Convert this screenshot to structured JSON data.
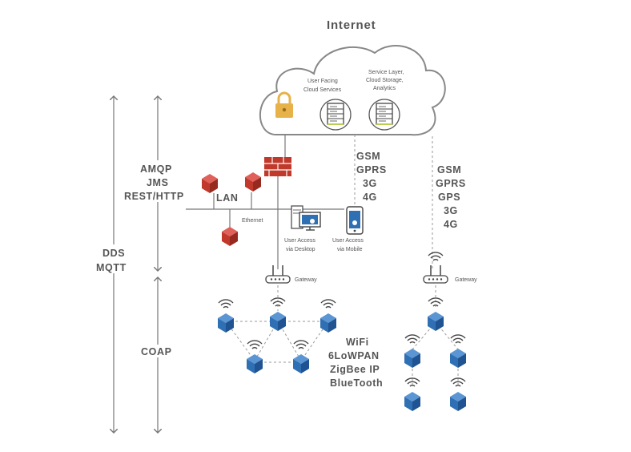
{
  "internet_label": "Internet",
  "cloud": {
    "user_services": [
      "User Facing",
      "Cloud Services"
    ],
    "service_layer": [
      "Service Layer,",
      "Cloud Storage,",
      "Analytics"
    ]
  },
  "protocols": {
    "dds_mqtt": [
      "DDS",
      "MQTT"
    ],
    "amqp_group": [
      "AMQP",
      "JMS",
      "REST/HTTP"
    ],
    "coap": "COAP"
  },
  "lan": {
    "label": "LAN",
    "ethernet": "Ethernet",
    "desktop": [
      "User Access",
      "via Desktop"
    ],
    "mobile": [
      "User Access",
      "via Mobile"
    ]
  },
  "cellular_left": [
    "GSM",
    "GPRS",
    "3G",
    "4G"
  ],
  "cellular_right": [
    "GSM",
    "GPRS",
    "GPS",
    "3G",
    "4G"
  ],
  "gateway_left": "Gateway",
  "gateway_right": "Gateway",
  "wireless": [
    "WiFi",
    "6LoWPAN",
    "ZigBee IP",
    "BlueTooth"
  ],
  "colors": {
    "node_blue": "#2f6fb3",
    "node_red": "#c0392b",
    "lock_gold": "#e8b24a",
    "firewall": "#c0392b",
    "line": "#777777"
  },
  "icons": {
    "lock": "lock-icon",
    "server": "server-icon",
    "firewall": "firewall-icon",
    "desktop": "desktop-icon",
    "mobile": "mobile-icon",
    "gateway": "router-icon",
    "sensor": "sensor-node-icon",
    "device": "device-node-icon"
  }
}
